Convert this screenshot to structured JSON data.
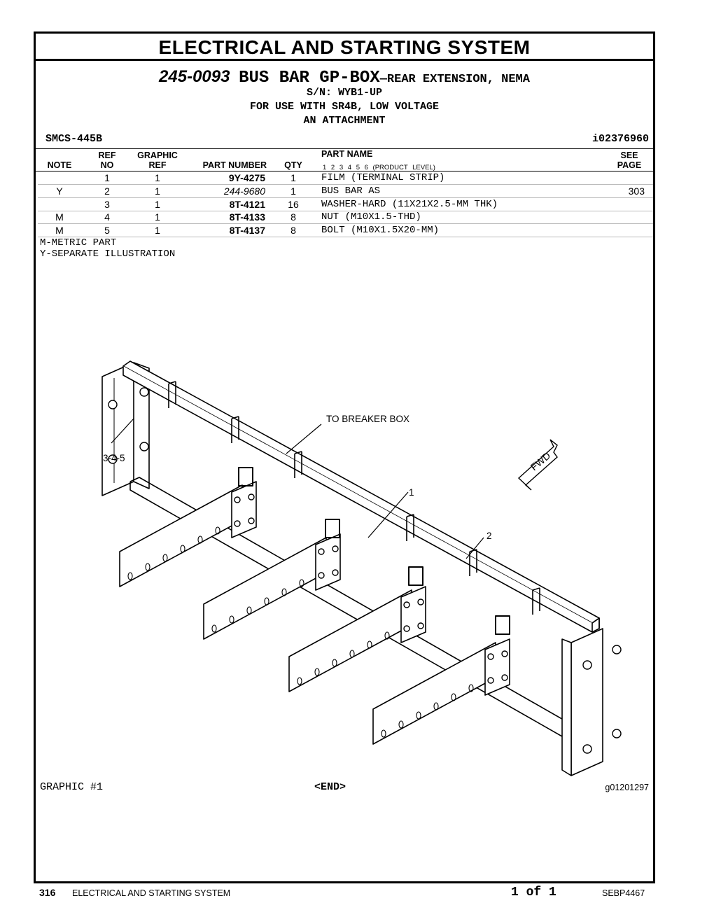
{
  "section_title": "ELECTRICAL AND STARTING SYSTEM",
  "header": {
    "part_number": "245-0093",
    "group_name": "BUS BAR GP-BOX",
    "subtitle": "—REAR EXTENSION, NEMA",
    "serial": "S/N: WYB1-UP",
    "usage": "FOR USE WITH SR4B, LOW VOLTAGE",
    "attachment": "AN ATTACHMENT",
    "smcs": "SMCS-445B",
    "id": "i02376960"
  },
  "columns": {
    "note": "NOTE",
    "ref_top": "REF",
    "ref_bottom": "NO",
    "graphic_top": "GRAPHIC",
    "graphic_bottom": "REF",
    "part_number": "PART NUMBER",
    "qty": "QTY",
    "part_name": "PART NAME",
    "product_level": "1 2 3 4 5 6 (PRODUCT LEVEL)",
    "see_top": "SEE",
    "see_bottom": "PAGE"
  },
  "parts": [
    {
      "note": "",
      "ref": "1",
      "graphic": "1",
      "part_number": "9Y-4275",
      "qty": "1",
      "name": "FILM (TERMINAL STRIP)",
      "see": ""
    },
    {
      "note": "Y",
      "ref": "2",
      "graphic": "1",
      "part_number": "244-9680",
      "qty": "1",
      "name": "BUS BAR AS",
      "see": "303"
    },
    {
      "note": "",
      "ref": "3",
      "graphic": "1",
      "part_number": "8T-4121",
      "qty": "16",
      "name": "WASHER-HARD (11X21X2.5-MM THK)",
      "see": ""
    },
    {
      "note": "M",
      "ref": "4",
      "graphic": "1",
      "part_number": "8T-4133",
      "qty": "8",
      "name": "NUT (M10X1.5-THD)",
      "see": ""
    },
    {
      "note": "M",
      "ref": "5",
      "graphic": "1",
      "part_number": "8T-4137",
      "qty": "8",
      "name": "BOLT (M10X1.5X20-MM)",
      "see": ""
    }
  ],
  "notes": [
    "M-METRIC PART",
    "Y-SEPARATE ILLUSTRATION"
  ],
  "illustration": {
    "callout_breaker": "TO BREAKER BOX",
    "callout_345": "3-4-5",
    "callout_1": "1",
    "callout_2": "2",
    "fwd": "FWD"
  },
  "graphic_label": "GRAPHIC #1",
  "end_label": "<END>",
  "graphic_id": "g01201297",
  "footer": {
    "page_number": "316",
    "section": "ELECTRICAL AND STARTING SYSTEM",
    "page_of": "1 of 1",
    "doc_id": "SEBP4467"
  }
}
